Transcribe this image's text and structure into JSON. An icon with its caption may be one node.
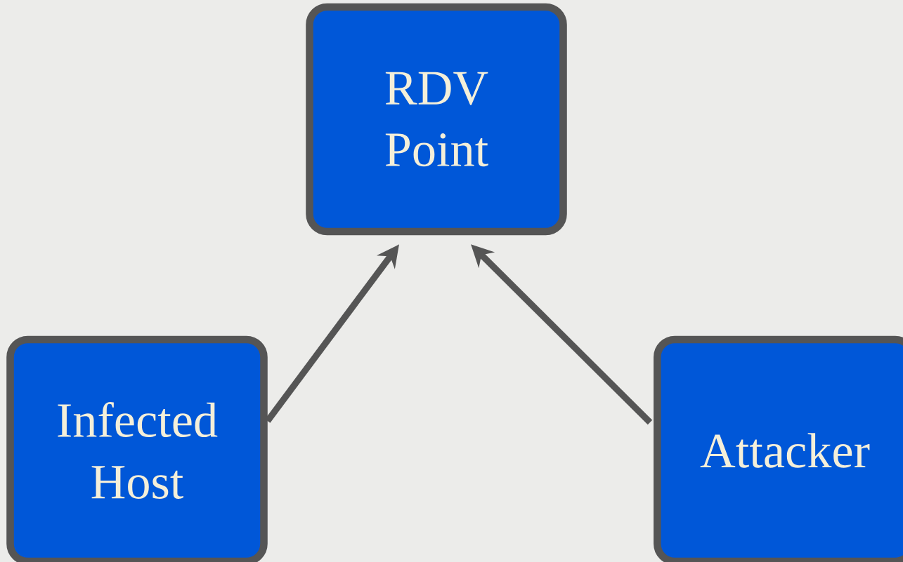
{
  "diagram": {
    "nodes": [
      {
        "text": [
          "RDV Point"
        ]
      },
      {
        "text": [
          "Infected Host"
        ]
      },
      {
        "text": [
          "Attacker"
        ]
      }
    ],
    "edges": [
      {
        "from": 1,
        "to": 0,
        "arrow": "to"
      },
      {
        "from": 2,
        "to": 0,
        "arrow": "to"
      }
    ]
  }
}
